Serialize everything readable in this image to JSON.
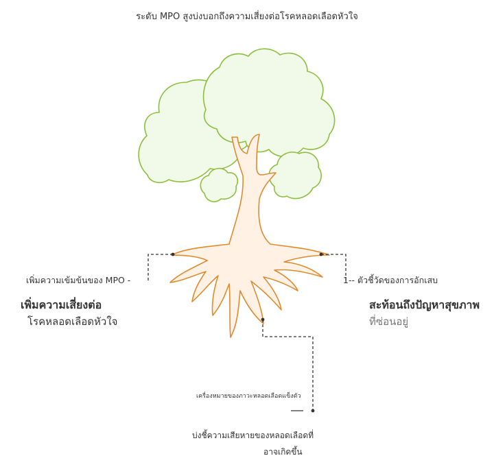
{
  "title": "ระดับ MPO สูงบ่งบอกถึงความเสี่ยงต่อโรคหลอดเลือดหัวใจ",
  "left": {
    "small": "เพิ่มความเข้มข้นของ MPO -",
    "heading": "เพิ่มความเสี่ยงต่อ",
    "sub": "โรคหลอดเลือดหัวใจ"
  },
  "right": {
    "small": "1-- ตัวชี้วัดของการอักเสบ",
    "heading": "สะท้อนถึงปัญหาสุขภาพ",
    "sub": "ที่ซ่อนอยู่"
  },
  "bottom": {
    "small": "เครื่องหมายของภาวะหลอดเลือดแข็งตัว",
    "line1": "บ่งชี้ความเสียหายของหลอดเลือดที่",
    "line2": "อาจเกิดขึ้น"
  },
  "colors": {
    "foliage_fill": "#f1f9e9",
    "foliage_stroke": "#8bbf3c",
    "trunk_fill": "#fff1e3",
    "trunk_stroke": "#e08a2e",
    "leader": "#333333"
  }
}
